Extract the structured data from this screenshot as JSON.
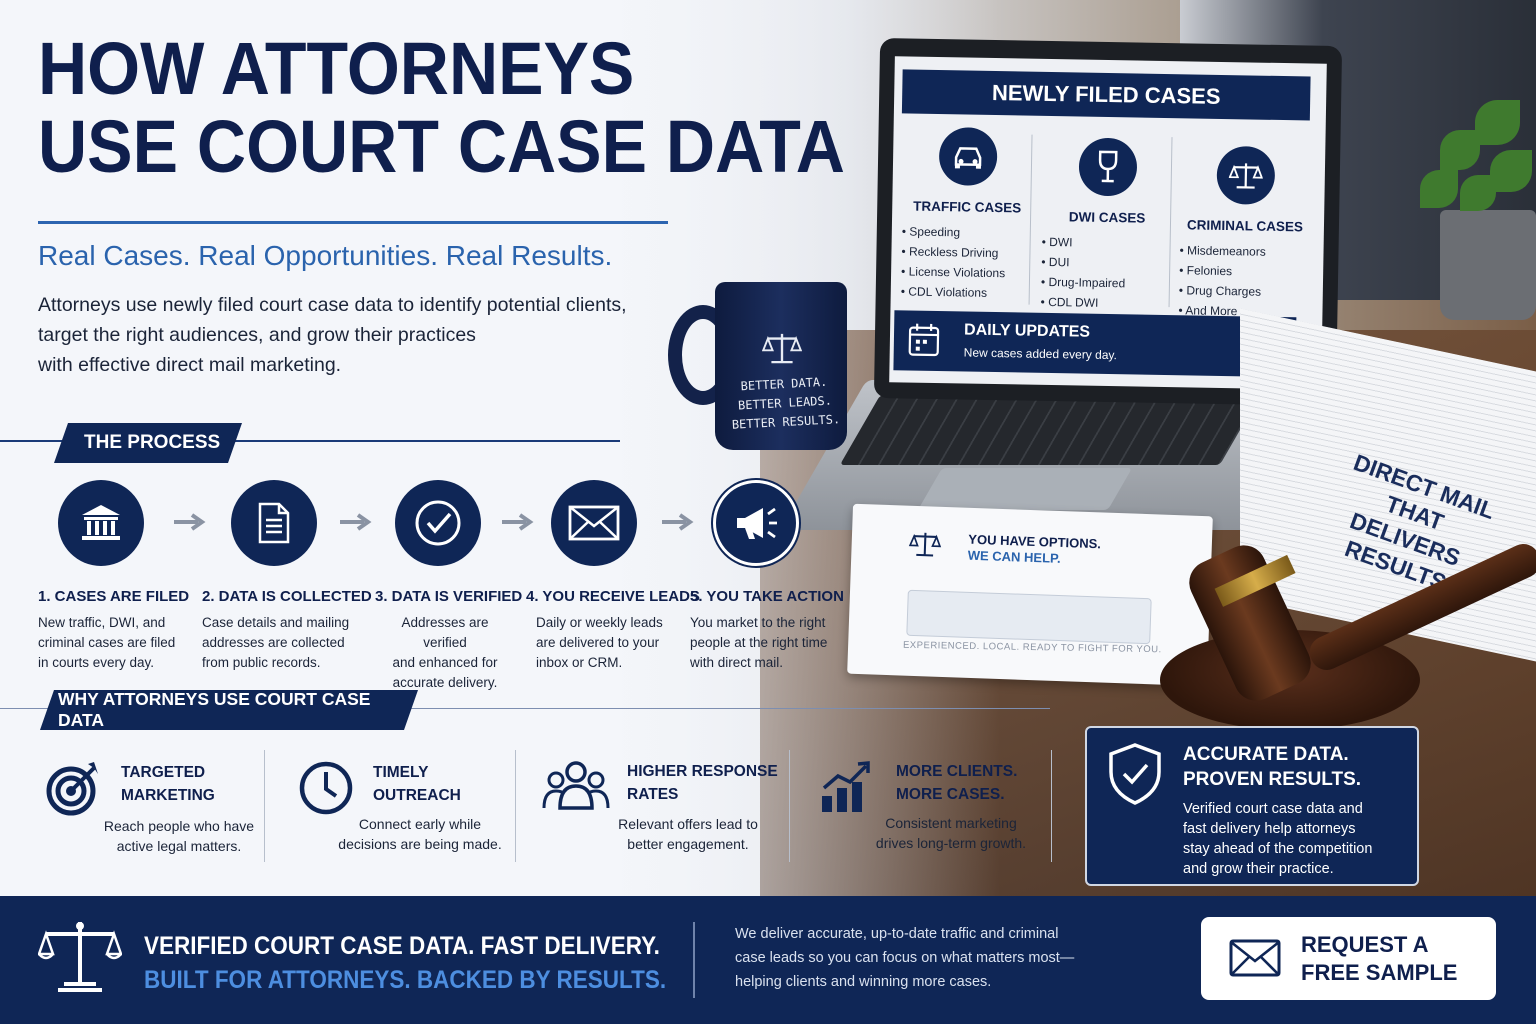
{
  "title": {
    "line1": "HOW ATTORNEYS",
    "line2": "USE COURT CASE DATA"
  },
  "tagline": "Real Cases. Real Opportunities. Real Results.",
  "intro": {
    "line1": "Attorneys use newly filed court case data to identify potential clients,",
    "line2": "target the right audiences, and grow their practices",
    "line3": "with effective direct mail marketing."
  },
  "process": {
    "heading": "THE PROCESS",
    "steps": [
      {
        "icon": "courthouse-icon",
        "title": "1. CASES ARE FILED",
        "desc": [
          "New traffic, DWI, and",
          "criminal cases are filed",
          "in courts every day."
        ]
      },
      {
        "icon": "document-icon",
        "title": "2. DATA IS COLLECTED",
        "desc": [
          "Case details and mailing",
          "addresses are collected",
          "from public records."
        ]
      },
      {
        "icon": "checkmark-icon",
        "title": "3. DATA IS VERIFIED",
        "desc": [
          "Addresses are verified",
          "and enhanced for",
          "accurate delivery."
        ]
      },
      {
        "icon": "envelope-icon",
        "title": "4. YOU RECEIVE LEADS",
        "desc": [
          "Daily or weekly leads",
          "are delivered to your",
          "inbox or CRM."
        ]
      },
      {
        "icon": "megaphone-icon",
        "title": "5. YOU TAKE ACTION",
        "desc": [
          "You market to the right",
          "people at the right time",
          "with direct mail."
        ]
      }
    ]
  },
  "why": {
    "heading": "WHY ATTORNEYS USE COURT CASE DATA",
    "items": [
      {
        "icon": "target-icon",
        "title": [
          "TARGETED",
          "MARKETING"
        ],
        "desc": [
          "Reach people who have",
          "active legal matters."
        ]
      },
      {
        "icon": "clock-icon",
        "title": [
          "TIMELY",
          "OUTREACH"
        ],
        "desc": [
          "Connect early while",
          "decisions are being made."
        ]
      },
      {
        "icon": "people-icon",
        "title": [
          "HIGHER RESPONSE",
          "RATES"
        ],
        "desc": [
          "Relevant offers lead to",
          "better engagement."
        ]
      },
      {
        "icon": "growth-chart-icon",
        "title": [
          "MORE CLIENTS.",
          "MORE CASES."
        ],
        "desc": [
          "Consistent marketing",
          "drives long-term growth."
        ]
      }
    ]
  },
  "accuracy": {
    "title": [
      "ACCURATE DATA.",
      "PROVEN RESULTS."
    ],
    "desc": [
      "Verified court case data and",
      "fast delivery help attorneys",
      "stay ahead of the competition",
      "and grow their practice."
    ]
  },
  "laptop": {
    "header": "NEWLY FILED CASES",
    "columns": [
      {
        "title": "TRAFFIC CASES",
        "items": [
          "Speeding",
          "Reckless Driving",
          "License Violations",
          "CDL Violations"
        ]
      },
      {
        "title": "DWI CASES",
        "items": [
          "DWI",
          "DUI",
          "Drug-Impaired",
          "CDL DWI"
        ]
      },
      {
        "title": "CRIMINAL CASES",
        "items": [
          "Misdemeanors",
          "Felonies",
          "Drug Charges",
          "And More"
        ]
      }
    ],
    "updates_title": "DAILY UPDATES",
    "updates_desc": "New cases added every day."
  },
  "mug": {
    "lines": [
      "BETTER DATA.",
      "BETTER LEADS.",
      "BETTER RESULTS."
    ]
  },
  "envelope": {
    "line1": "YOU HAVE OPTIONS.",
    "line2": "WE CAN HELP.",
    "footer": "EXPERIENCED. LOCAL. READY TO FIGHT FOR YOU."
  },
  "stack": {
    "lines": [
      "DIRECT MAIL",
      "THAT DELIVERS",
      "RESULTS"
    ]
  },
  "footer": {
    "line1": "VERIFIED COURT CASE DATA. FAST DELIVERY.",
    "line2": "BUILT FOR ATTORNEYS. BACKED BY RESULTS.",
    "desc": [
      "We deliver accurate, up-to-date traffic and criminal",
      "case leads so you can focus on what matters most—",
      "helping clients and winning more cases."
    ],
    "cta": [
      "REQUEST A",
      "FREE SAMPLE"
    ]
  },
  "colors": {
    "navy": "#0f2656",
    "accent_blue": "#2a63ad",
    "footer_blue": "#4d8ee0"
  }
}
